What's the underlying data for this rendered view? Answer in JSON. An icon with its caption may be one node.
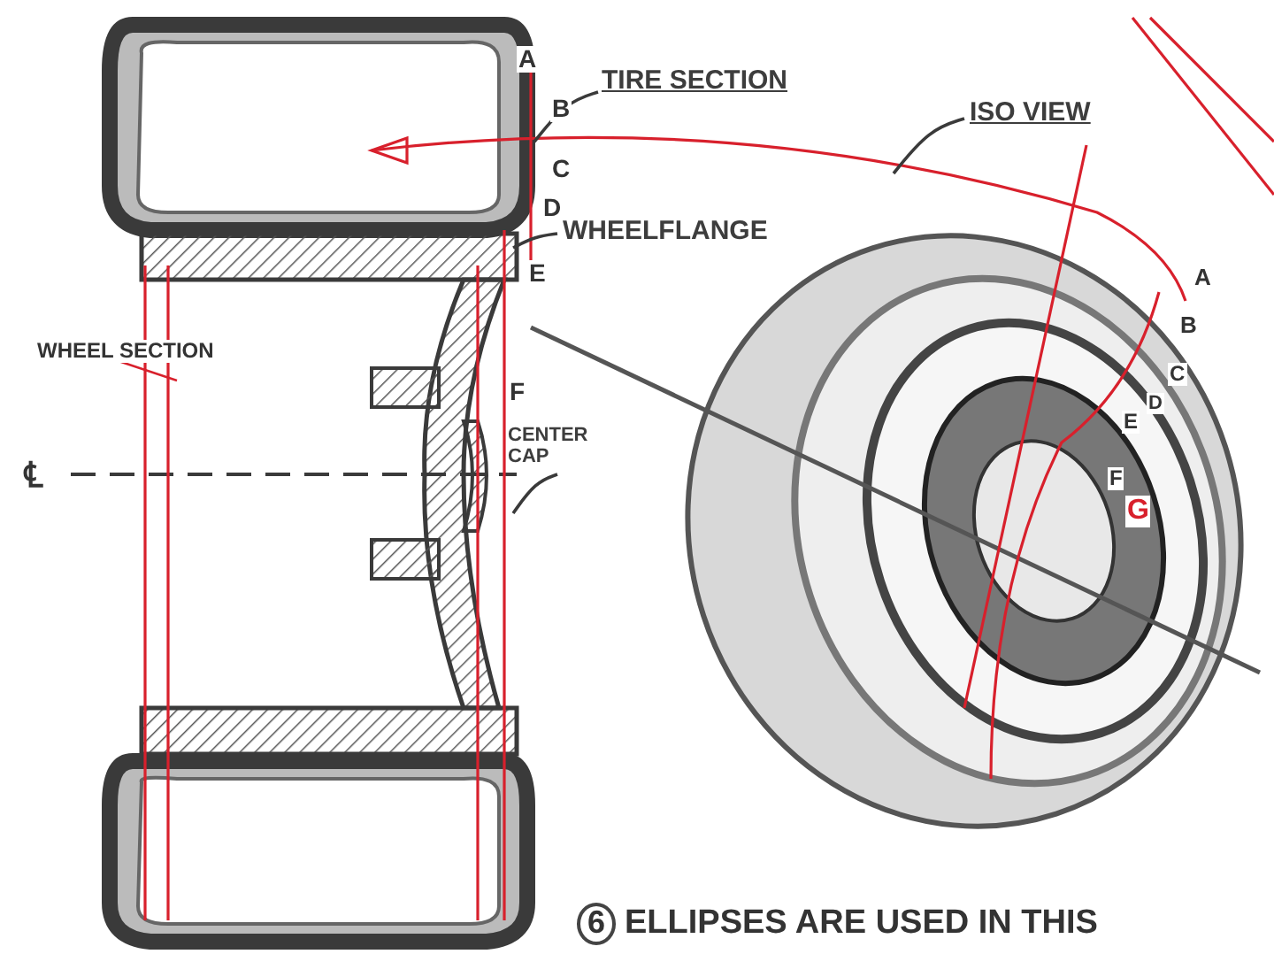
{
  "diagram": {
    "nodes": [
      {
        "text": [
          "TIRE SECTION"
        ]
      },
      {
        "text": [
          "ISO VIEW"
        ]
      },
      {
        "text": [
          "WHEELFLANGE"
        ]
      },
      {
        "text": [
          "CENTER CAP"
        ]
      }
    ],
    "edges": [
      {
        "from": 0,
        "to": null,
        "arrow": "none"
      },
      {
        "from": 1,
        "to": null,
        "arrow": "none"
      },
      {
        "from": 2,
        "to": null,
        "arrow": "none"
      },
      {
        "from": 3,
        "to": null,
        "arrow": "none"
      }
    ],
    "labels": [
      "A",
      "B",
      "C",
      "D",
      "E",
      "F",
      "WHEEL SECTION",
      "℄",
      "A",
      "B",
      "C",
      "D",
      "E",
      "F",
      "G",
      "6",
      "ELLIPSES ARE USED IN THIS"
    ]
  }
}
